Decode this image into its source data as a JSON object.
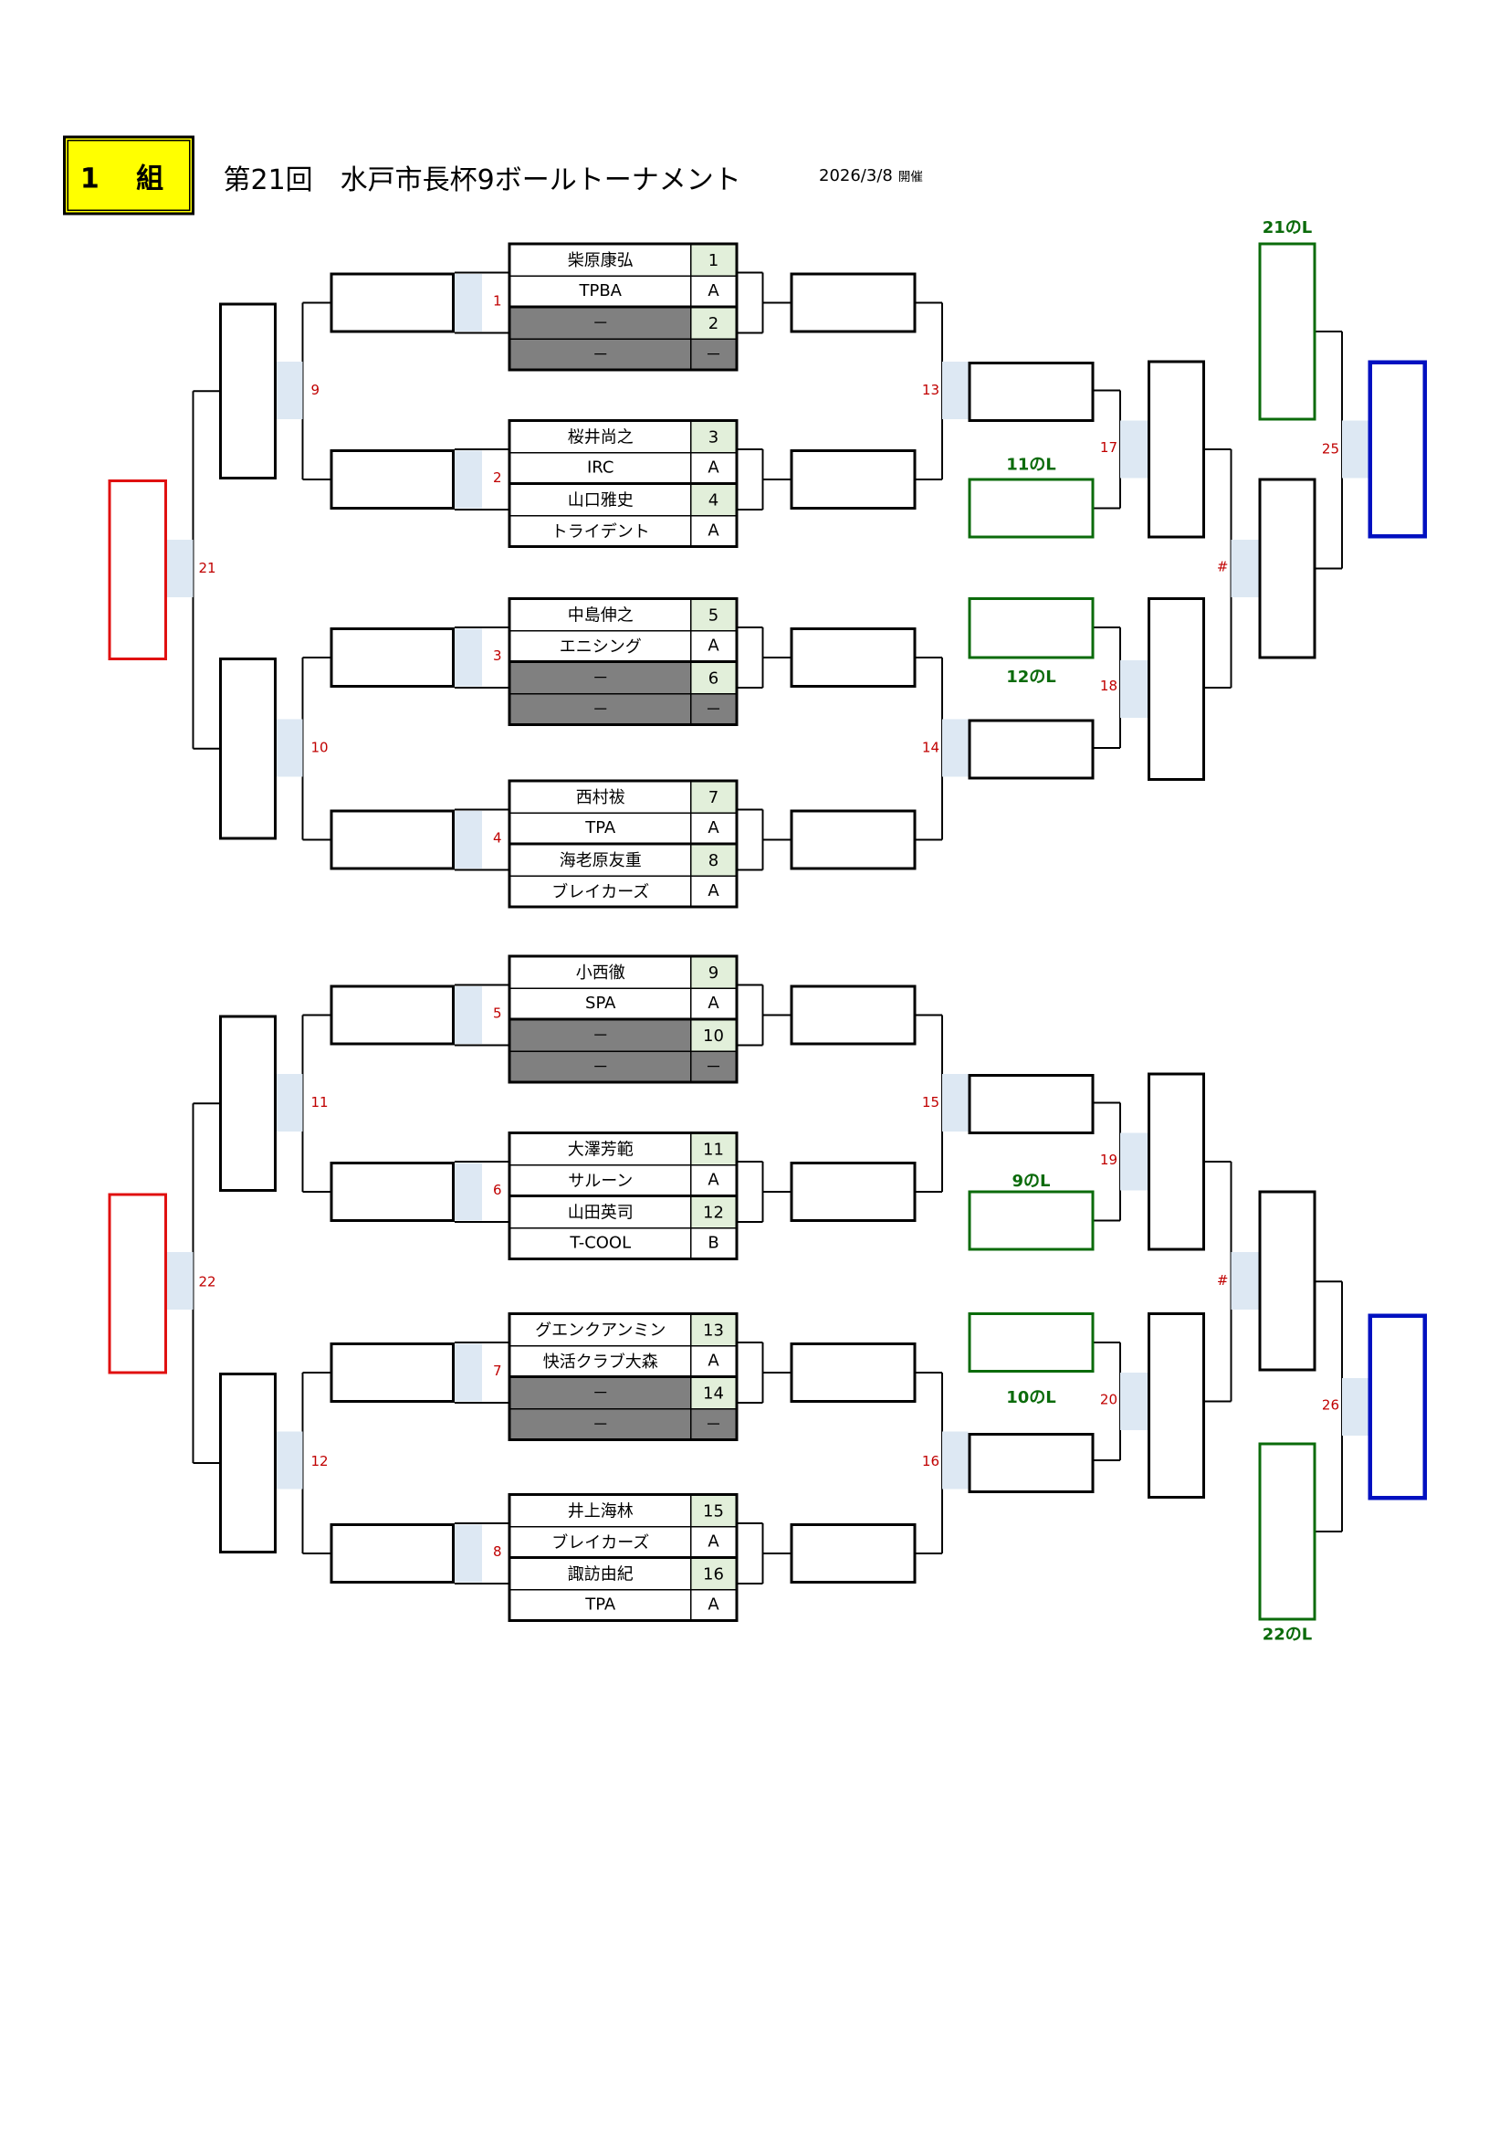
{
  "header": {
    "group_label": "1 組",
    "title": "第21回　水戸市長杯9ボールトーナメント",
    "date": "2026/3/8",
    "held_label": "開催"
  },
  "blocks": [
    {
      "match": "1",
      "rows": [
        {
          "name": "柴原康弘",
          "seed": "1",
          "bye": false
        },
        {
          "name": "TPBA",
          "seed": "A",
          "bye": false
        },
        {
          "name": "－",
          "seed": "2",
          "bye": true
        },
        {
          "name": "－",
          "seed": "－",
          "bye": true
        }
      ]
    },
    {
      "match": "2",
      "rows": [
        {
          "name": "桜井尚之",
          "seed": "3",
          "bye": false
        },
        {
          "name": "IRC",
          "seed": "A",
          "bye": false
        },
        {
          "name": "山口雅史",
          "seed": "4",
          "bye": false
        },
        {
          "name": "トライデント",
          "seed": "A",
          "bye": false
        }
      ]
    },
    {
      "match": "3",
      "rows": [
        {
          "name": "中島伸之",
          "seed": "5",
          "bye": false
        },
        {
          "name": "エニシング",
          "seed": "A",
          "bye": false
        },
        {
          "name": "－",
          "seed": "6",
          "bye": true
        },
        {
          "name": "－",
          "seed": "－",
          "bye": true
        }
      ]
    },
    {
      "match": "4",
      "rows": [
        {
          "name": "西村祓",
          "seed": "7",
          "bye": false
        },
        {
          "name": "TPA",
          "seed": "A",
          "bye": false
        },
        {
          "name": "海老原友重",
          "seed": "8",
          "bye": false
        },
        {
          "name": "ブレイカーズ",
          "seed": "A",
          "bye": false
        }
      ]
    },
    {
      "match": "5",
      "rows": [
        {
          "name": "小西徹",
          "seed": "9",
          "bye": false
        },
        {
          "name": "SPA",
          "seed": "A",
          "bye": false
        },
        {
          "name": "－",
          "seed": "10",
          "bye": true
        },
        {
          "name": "－",
          "seed": "－",
          "bye": true
        }
      ]
    },
    {
      "match": "6",
      "rows": [
        {
          "name": "大澤芳範",
          "seed": "11",
          "bye": false
        },
        {
          "name": "サルーン",
          "seed": "A",
          "bye": false
        },
        {
          "name": "山田英司",
          "seed": "12",
          "bye": false
        },
        {
          "name": "T-COOL",
          "seed": "B",
          "bye": false
        }
      ]
    },
    {
      "match": "7",
      "rows": [
        {
          "name": "グエンクアンミン",
          "seed": "13",
          "bye": false
        },
        {
          "name": "快活クラブ大森",
          "seed": "A",
          "bye": false
        },
        {
          "name": "－",
          "seed": "14",
          "bye": true
        },
        {
          "name": "－",
          "seed": "－",
          "bye": true
        }
      ]
    },
    {
      "match": "8",
      "rows": [
        {
          "name": "井上海林",
          "seed": "15",
          "bye": false
        },
        {
          "name": "ブレイカーズ",
          "seed": "A",
          "bye": false
        },
        {
          "name": "諏訪由紀",
          "seed": "16",
          "bye": false
        },
        {
          "name": "TPA",
          "seed": "A",
          "bye": false
        }
      ]
    }
  ],
  "match_numbers": {
    "left_round2": [
      "9",
      "10",
      "11",
      "12"
    ],
    "left_round3": [
      "21",
      "22"
    ],
    "right_round2": [
      "13",
      "14",
      "15",
      "16"
    ],
    "right_round3": [
      "17",
      "18",
      "19",
      "20"
    ],
    "right_round4": [
      "#",
      "#"
    ],
    "final": [
      "25",
      "26"
    ]
  },
  "loser_labels": {
    "top": [
      "11のL",
      "12のL",
      "21のL"
    ],
    "bottom": [
      "9のL",
      "10のL",
      "22のL"
    ]
  },
  "colors": {
    "group_bg": "#ffff00",
    "match_number": "#c00000",
    "loser": "#0b6b0b",
    "red_box": "#e01010",
    "blue_box": "#0010c0",
    "seed_bg": "#e2efda",
    "bye_bg": "#808080"
  }
}
